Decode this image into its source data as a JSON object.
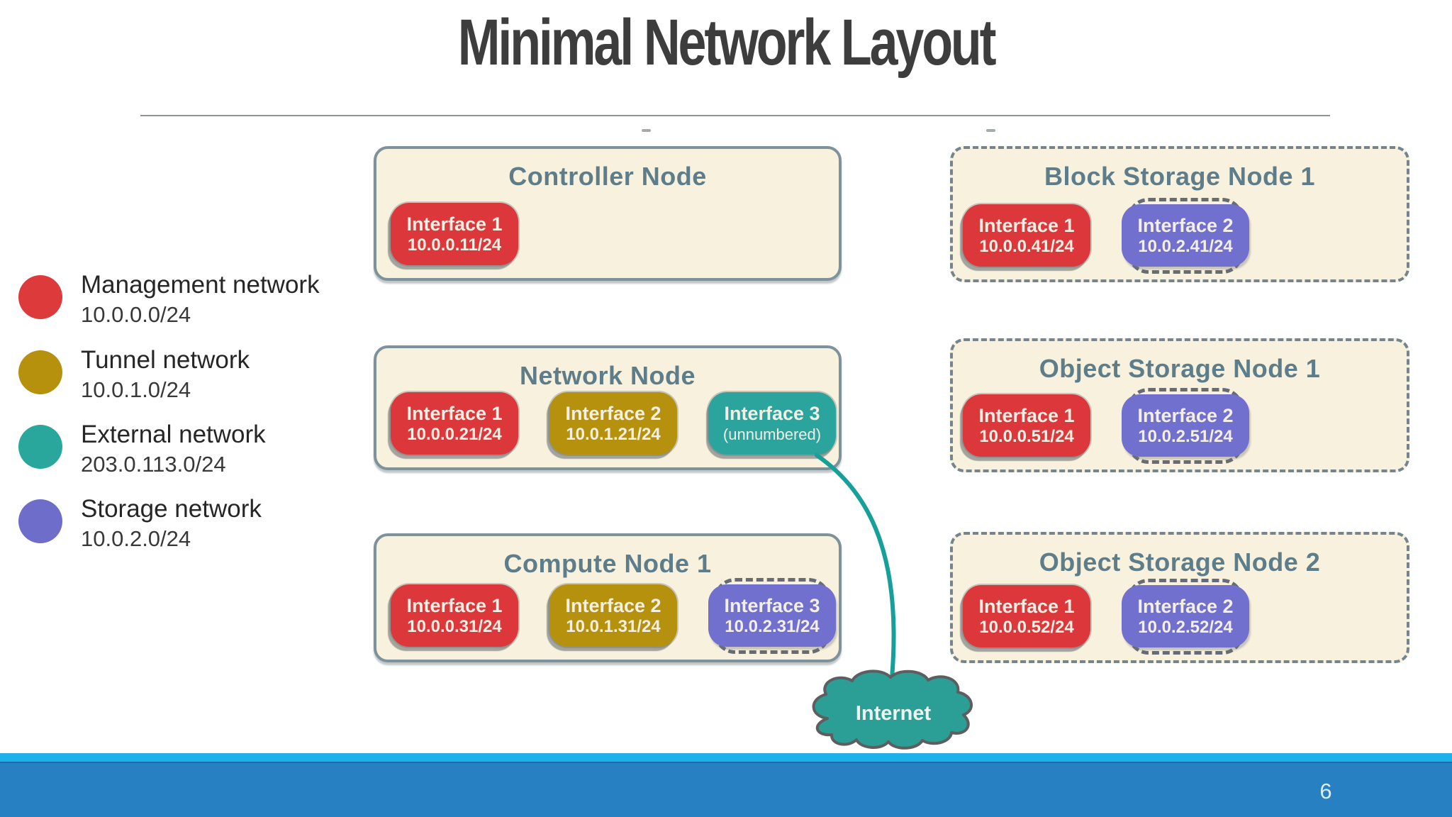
{
  "slide": {
    "title": "Minimal Network Layout",
    "page_number": "6"
  },
  "legend": {
    "items": [
      {
        "name": "Management network",
        "subnet": "10.0.0.0/24",
        "color": "#dd3a3c"
      },
      {
        "name": "Tunnel network",
        "subnet": "10.0.1.0/24",
        "color": "#b5910e"
      },
      {
        "name": "External network",
        "subnet": "203.0.113.0/24",
        "color": "#2aa79c"
      },
      {
        "name": "Storage network",
        "subnet": "10.0.2.0/24",
        "color": "#6f6dca"
      }
    ]
  },
  "nodes": [
    {
      "title": "Controller Node",
      "border": "solid",
      "interfaces": [
        {
          "name": "Interface 1",
          "address": "10.0.0.11/24",
          "network": "management"
        }
      ]
    },
    {
      "title": "Network Node",
      "border": "solid",
      "interfaces": [
        {
          "name": "Interface 1",
          "address": "10.0.0.21/24",
          "network": "management"
        },
        {
          "name": "Interface 2",
          "address": "10.0.1.21/24",
          "network": "tunnel"
        },
        {
          "name": "Interface 3",
          "address": "(unnumbered)",
          "network": "external"
        }
      ]
    },
    {
      "title": "Compute Node 1",
      "border": "solid",
      "interfaces": [
        {
          "name": "Interface 1",
          "address": "10.0.0.31/24",
          "network": "management"
        },
        {
          "name": "Interface 2",
          "address": "10.0.1.31/24",
          "network": "tunnel"
        },
        {
          "name": "Interface 3",
          "address": "10.0.2.31/24",
          "network": "storage"
        }
      ]
    },
    {
      "title": "Block Storage Node 1",
      "border": "dashed",
      "interfaces": [
        {
          "name": "Interface 1",
          "address": "10.0.0.41/24",
          "network": "management"
        },
        {
          "name": "Interface 2",
          "address": "10.0.2.41/24",
          "network": "storage"
        }
      ]
    },
    {
      "title": "Object Storage Node 1",
      "border": "dashed",
      "interfaces": [
        {
          "name": "Interface 1",
          "address": "10.0.0.51/24",
          "network": "management"
        },
        {
          "name": "Interface 2",
          "address": "10.0.2.51/24",
          "network": "storage"
        }
      ]
    },
    {
      "title": "Object Storage Node 2",
      "border": "dashed",
      "interfaces": [
        {
          "name": "Interface 1",
          "address": "10.0.0.52/24",
          "network": "management"
        },
        {
          "name": "Interface 2",
          "address": "10.0.2.52/24",
          "network": "storage"
        }
      ]
    }
  ],
  "internet": {
    "label": "Internet",
    "color": "#2b9e95"
  },
  "colors": {
    "management": "#dc383b",
    "tunnel": "#b5910e",
    "external": "#2aa49c",
    "storage": "#7170ce",
    "node_fill": "#f8f1dd",
    "node_border": "#7e929b",
    "node_title_text": "#5d7d8b",
    "title_text": "#3d3d3d",
    "footer_light_blue": "#1cb1e9",
    "footer_dark_blue": "#2780c1",
    "connector_teal": "#17a099"
  }
}
